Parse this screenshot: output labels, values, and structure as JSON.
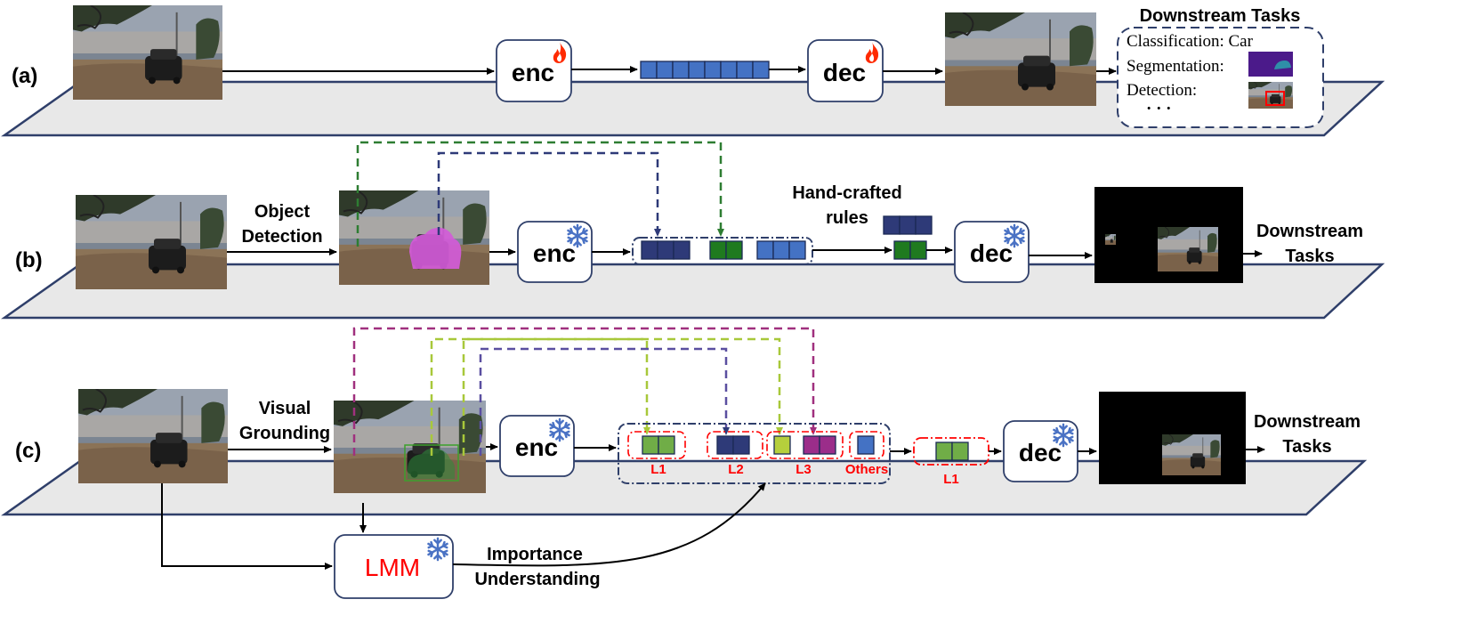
{
  "colors": {
    "token_blue": "#4472c4",
    "token_navy": "#2e3a78",
    "token_green": "#1f7a1f",
    "token_lime": "#70ad47",
    "token_yellowgreen": "#b6cf3c",
    "token_magenta": "#9b2d8a",
    "mask_magenta": "#d35bd8",
    "dash_green": "#2e7d32",
    "dash_navy": "#2e3a78",
    "dash_pink": "#a0307e",
    "dash_lime": "#a8c83a",
    "red_label": "#ff0000",
    "plane_fill": "#e8e8e8",
    "plane_stroke": "#2f3f6a"
  },
  "icons": {
    "trainable": "flame-icon",
    "frozen": "snowflake-icon"
  },
  "panel_a": {
    "label": "(a)",
    "enc": "enc",
    "dec": "dec",
    "downstream_title": "Downstream Tasks",
    "classification": "Classification: Car",
    "segmentation": "Segmentation:",
    "detection": "Detection:",
    "ellipsis": "· · ·"
  },
  "panel_b": {
    "label": "(b)",
    "step": [
      "Object",
      "Detection"
    ],
    "enc": "enc",
    "dec": "dec",
    "rules": [
      "Hand-crafted",
      "rules"
    ],
    "downstream": [
      "Downstream",
      "Tasks"
    ]
  },
  "panel_c": {
    "label": "(c)",
    "step": [
      "Visual",
      "Grounding"
    ],
    "enc": "enc",
    "dec": "dec",
    "groups": [
      "L1",
      "L2",
      "L3",
      "Others"
    ],
    "selected": "L1",
    "lmm": "LMM",
    "importance": [
      "Importance",
      "Understanding"
    ],
    "downstream": [
      "Downstream",
      "Tasks"
    ]
  }
}
